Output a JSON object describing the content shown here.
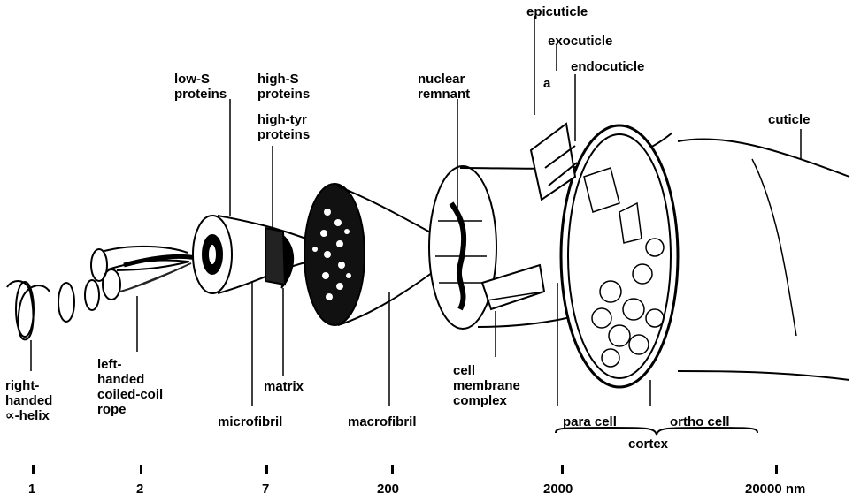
{
  "labels": {
    "epicuticle": "epicuticle",
    "exocuticle": "exocuticle",
    "a": "a",
    "endocuticle": "endocuticle",
    "low_s": [
      "low-S",
      "proteins"
    ],
    "high_s": [
      "high-S",
      "proteins"
    ],
    "high_tyr": [
      "high-tyr",
      "proteins"
    ],
    "nuclear_remnant": [
      "nuclear",
      "remnant"
    ],
    "cuticle": "cuticle",
    "right_handed": [
      "right-",
      "handed",
      "∝-helix"
    ],
    "left_handed": [
      "left-",
      "handed",
      "coiled-coil",
      "rope"
    ],
    "matrix": "matrix",
    "microfibril": "microfibril",
    "macrofibril": "macrofibril",
    "cell_membrane": [
      "cell",
      "membrane",
      "complex"
    ],
    "para_cell": "para cell",
    "ortho_cell": "ortho cell",
    "cortex": "cortex"
  },
  "scale": [
    "1",
    "2",
    "7",
    "200",
    "2000",
    "20000 nm"
  ]
}
